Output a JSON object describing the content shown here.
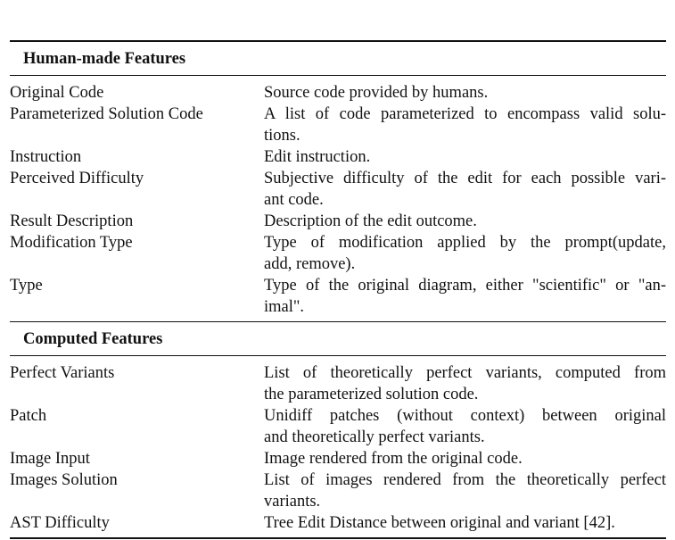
{
  "sections": [
    {
      "title": "Human-made Features",
      "rows": [
        {
          "name": "Original Code",
          "desc": [
            "Source code provided by humans."
          ]
        },
        {
          "name": "Parameterized Solution Code",
          "desc": [
            "A list of code parameterized to encompass valid solu-",
            "tions."
          ]
        },
        {
          "name": "Instruction",
          "desc": [
            "Edit instruction."
          ]
        },
        {
          "name": "Perceived Difficulty",
          "desc": [
            "Subjective difficulty of the edit for each possible vari-",
            "ant code."
          ]
        },
        {
          "name": "Result Description",
          "desc": [
            "Description of the edit outcome."
          ]
        },
        {
          "name": "Modification Type",
          "desc": [
            "Type of modification applied by the prompt(update,",
            "add, remove)."
          ]
        },
        {
          "name": "Type",
          "desc": [
            "Type of the original diagram, either \"scientific\" or \"an-",
            "imal\"."
          ]
        }
      ]
    },
    {
      "title": "Computed Features",
      "rows": [
        {
          "name": "Perfect Variants",
          "desc": [
            "List of theoretically perfect variants, computed from",
            "the parameterized solution code."
          ]
        },
        {
          "name": "Patch",
          "desc": [
            "Unidiff patches (without context) between original",
            "and theoretically perfect variants."
          ]
        },
        {
          "name": "Image Input",
          "desc": [
            "Image rendered from the original code."
          ]
        },
        {
          "name": "Images Solution",
          "desc": [
            "List of images rendered from the theoretically perfect",
            "variants."
          ]
        },
        {
          "name": "AST Difficulty",
          "desc": [
            "Tree Edit Distance between original and variant [42]."
          ]
        }
      ]
    }
  ]
}
